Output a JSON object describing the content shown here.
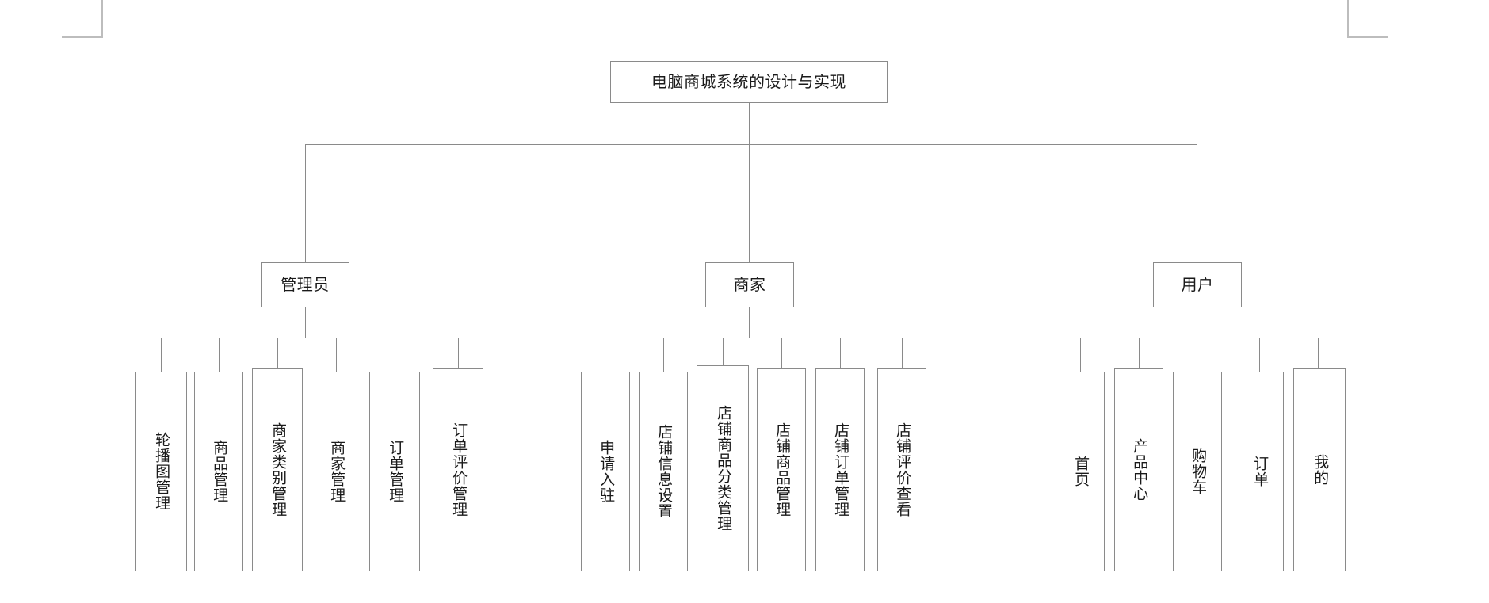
{
  "diagram": {
    "type": "tree",
    "title": "电脑商城系统的设计与实现",
    "root": {
      "label": "电脑商城系统的设计与实现"
    },
    "groups": [
      {
        "id": "admin",
        "label": "管理员",
        "leaves": [
          {
            "label": "轮播图管理"
          },
          {
            "label": "商品管理"
          },
          {
            "label": "商家类别管理"
          },
          {
            "label": "商家管理"
          },
          {
            "label": "订单管理"
          },
          {
            "label": "订单评价管理"
          }
        ]
      },
      {
        "id": "merchant",
        "label": "商家",
        "leaves": [
          {
            "label": "申请入驻"
          },
          {
            "label": "店铺信息设置"
          },
          {
            "label": "店铺商品分类管理"
          },
          {
            "label": "店铺商品管理"
          },
          {
            "label": "店铺订单管理"
          },
          {
            "label": "店铺评价查看"
          }
        ]
      },
      {
        "id": "user",
        "label": "用户",
        "leaves": [
          {
            "label": "首页"
          },
          {
            "label": "产品中心"
          },
          {
            "label": "购物车"
          },
          {
            "label": "订单"
          },
          {
            "label": "我的"
          }
        ]
      }
    ],
    "colors": {
      "border": "#8a8a8a",
      "line": "#8a8a8a",
      "text": "#1a1a1a",
      "background": "#ffffff",
      "corner_mark": "#bdbdbd"
    }
  }
}
